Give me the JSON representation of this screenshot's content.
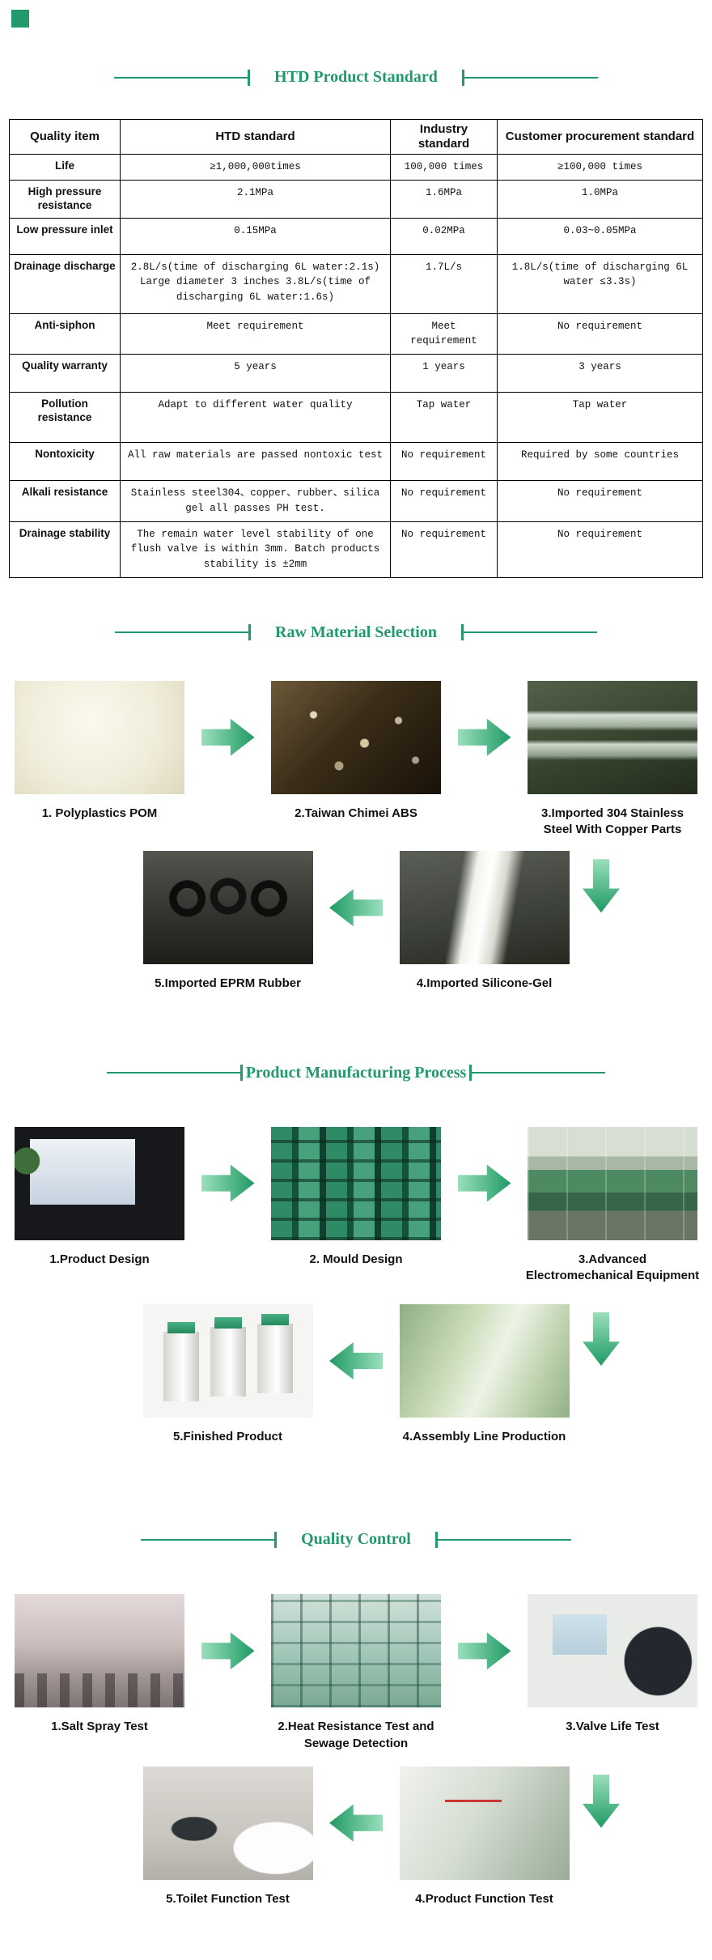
{
  "theme": {
    "accent_green": "#21996b",
    "arrow_gradient_light": "#9adfbb",
    "arrow_gradient_dark": "#1f9a64",
    "table_border": "#000000"
  },
  "standard": {
    "title": "HTD Product Standard",
    "table": {
      "headers": [
        "Quality item",
        "HTD standard",
        "Industry standard",
        "Customer procurement standard"
      ],
      "rows": [
        [
          "Life",
          "≥1,000,000times",
          "100,000 times",
          "≥100,000 times"
        ],
        [
          "High pressure resistance",
          "2.1MPa",
          "1.6MPa",
          "1.0MPa"
        ],
        [
          "Low pressure inlet",
          "0.15MPa",
          "0.02MPa",
          "0.03~0.05MPa"
        ],
        [
          "Drainage discharge",
          "2.8L/s(time of discharging 6L water:2.1s)\nLarge diameter 3 inches 3.8L/s(time of discharging 6L water:1.6s)",
          "1.7L/s",
          "1.8L/s(time of discharging 6L water ≤3.3s)"
        ],
        [
          "Anti-siphon",
          "Meet requirement",
          "Meet requirement",
          "No requirement"
        ],
        [
          "Quality warranty",
          "5 years",
          "1 years",
          "3 years"
        ],
        [
          "Pollution resistance",
          "Adapt to different water quality",
          "Tap water",
          "Tap water"
        ],
        [
          "Nontoxicity",
          "All raw materials are passed nontoxic test",
          "No requirement",
          "Required by some countries"
        ],
        [
          "Alkali resistance",
          "Stainless steel304、copper、rubber、silica gel all passes PH test.",
          "No requirement",
          "No requirement"
        ],
        [
          "Drainage stability",
          "The remain water level stability of one flush valve is within 3mm. Batch products stability is ±2mm",
          "No requirement",
          "No requirement"
        ]
      ]
    }
  },
  "raw_material": {
    "title": "Raw Material Selection",
    "items": [
      {
        "caption": "1. Polyplastics POM"
      },
      {
        "caption": "2.Taiwan Chimei ABS"
      },
      {
        "caption": "3.Imported 304 Stainless Steel With Copper Parts"
      },
      {
        "caption": "4.Imported Silicone-Gel"
      },
      {
        "caption": "5.Imported EPRM Rubber"
      }
    ]
  },
  "manufacturing": {
    "title": "Product Manufacturing Process",
    "items": [
      {
        "caption": "1.Product Design"
      },
      {
        "caption": "2. Mould Design"
      },
      {
        "caption": "3.Advanced Electromechanical Equipment"
      },
      {
        "caption": "4.Assembly Line Production"
      },
      {
        "caption": "5.Finished Product"
      }
    ]
  },
  "quality": {
    "title": "Quality Control",
    "items": [
      {
        "caption": "1.Salt Spray Test"
      },
      {
        "caption": "2.Heat Resistance Test and Sewage Detection"
      },
      {
        "caption": "3.Valve Life Test"
      },
      {
        "caption": "4.Product  Function Test"
      },
      {
        "caption": "5.Toilet Function Test"
      }
    ]
  }
}
